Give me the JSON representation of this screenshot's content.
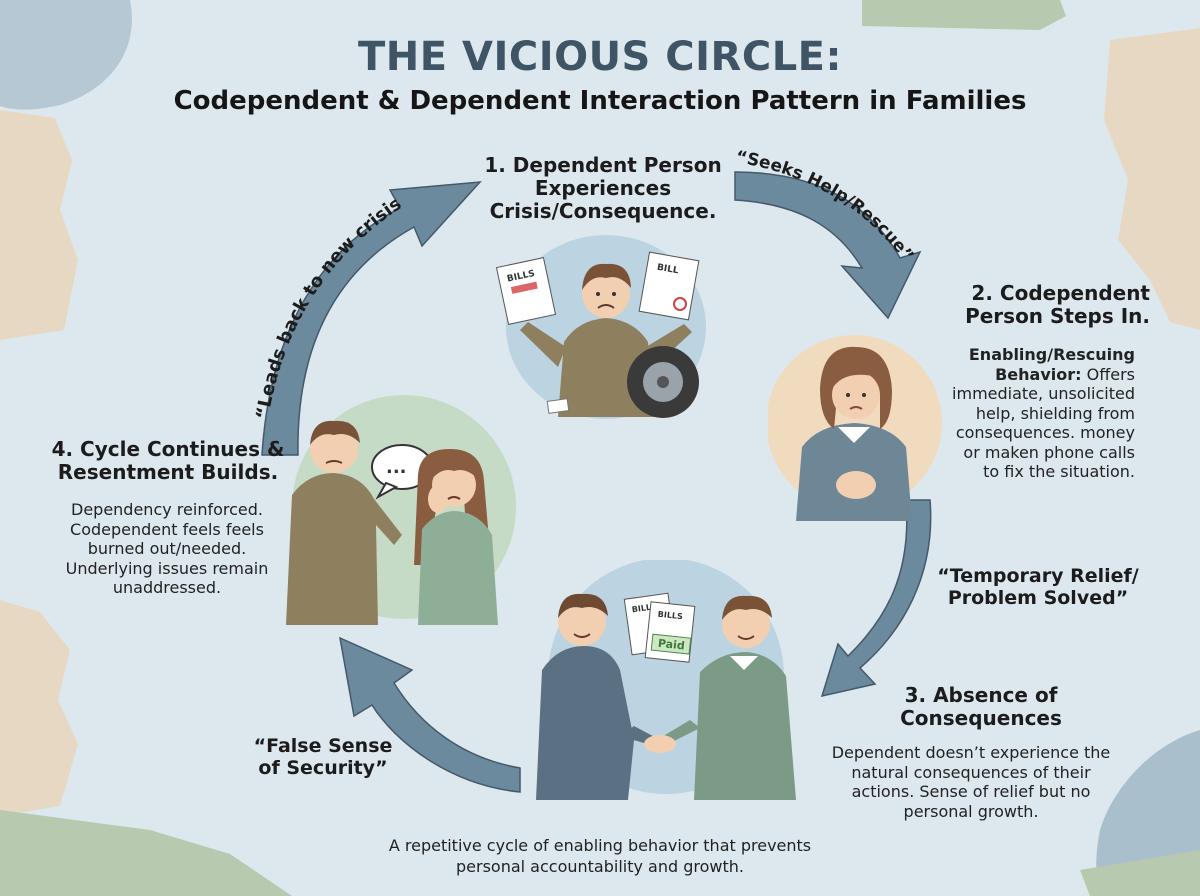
{
  "header": {
    "title": "THE VICIOUS CIRCLE:",
    "subtitle": "Codependent & Dependent Interaction Pattern in Families"
  },
  "steps": [
    {
      "title": "1. Dependent Person Experiences Crisis/Consequence.",
      "illustration": "stressed-man-with-bills-and-flat-tire",
      "props": [
        "BILLS",
        "BILL"
      ]
    },
    {
      "title": "2. Codependent Person Steps In.",
      "body_bold": "Enabling/Rescuing Behavior:",
      "body": "Offers immediate, unsolicited help, shielding from consequences. money or maken phone calls to fix the situation.",
      "illustration": "worried-woman-clasping-hands"
    },
    {
      "title": "3. Absence of Consequences",
      "body": "Dependent doesn’t experience the natural consequences of their actions. Sense of relief but no personal growth.",
      "illustration": "two-men-shaking-hands-with-paid-bills",
      "props": [
        "BILLS",
        "BILLS",
        "Paid"
      ]
    },
    {
      "title": "4. Cycle Continues & Resentment Builds.",
      "body": "Dependency reinforced. Codependent feels feels burned out/needed. Underlying issues remain unaddressed.",
      "illustration": "man-and-distressed-woman-talking",
      "props": [
        "..."
      ]
    }
  ],
  "transitions": [
    {
      "label": "“Seeks Help/Rescue”",
      "from": 1,
      "to": 2
    },
    {
      "label": "“Temporary Relief/ Problem Solved”",
      "from": 2,
      "to": 3
    },
    {
      "label": "“False Sense of Security”",
      "from": 3,
      "to": 4
    },
    {
      "label": "“Leads back to new crisis...",
      "from": 4,
      "to": 1
    }
  ],
  "footer": {
    "caption": "A repetitive cycle of enabling behavior that prevents personal accountability and growth."
  },
  "colors": {
    "background": "#dde8ee",
    "title": "#3f5565",
    "arrow": "#6c8a9e",
    "arrow_edge": "#44596a",
    "circle_blue": "#bcd3e2",
    "circle_peach": "#f1dbbf",
    "circle_green": "#c6dbc6",
    "paper_tan": "#e6d8c3",
    "paper_green": "#b7c9ae",
    "paper_blue": "#aabfcc"
  }
}
